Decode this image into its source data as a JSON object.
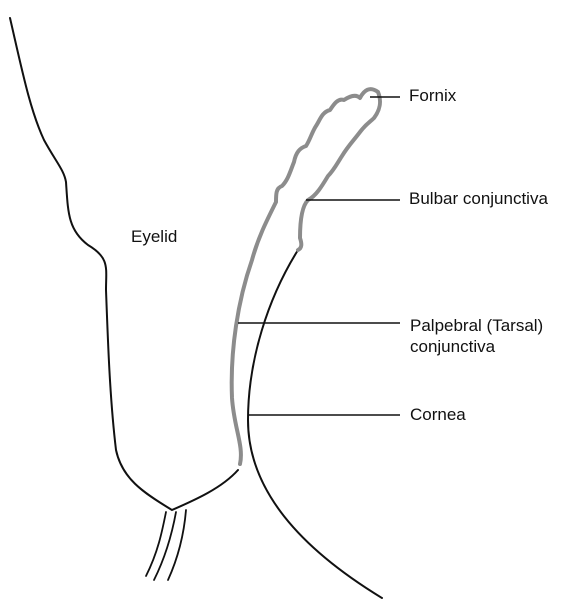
{
  "labels": {
    "eyelid": "Eyelid",
    "fornix": "Fornix",
    "bulbar": "Bulbar conjunctiva",
    "palpebral_line1": "Palpebral (Tarsal)",
    "palpebral_line2": "conjunctiva",
    "cornea": "Cornea"
  },
  "colors": {
    "outline": "#111111",
    "conjunctiva": "#8c8c8c",
    "background": "#ffffff"
  }
}
